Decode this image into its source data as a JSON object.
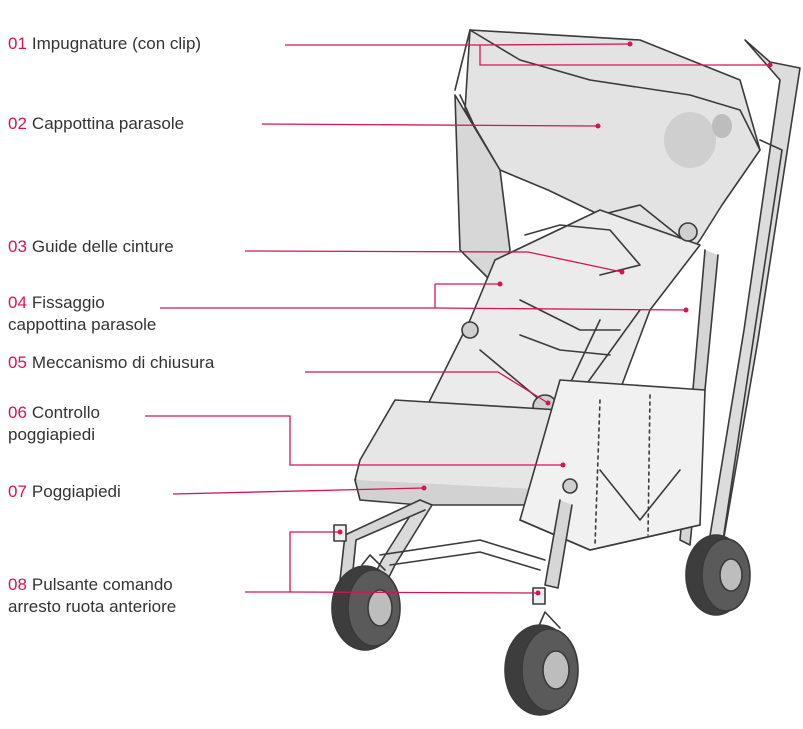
{
  "accent_color": "#d4145a",
  "callouts": [
    {
      "num": "01",
      "line1": "Impugnature (con clip)",
      "line2": ""
    },
    {
      "num": "02",
      "line1": "Cappottina parasole",
      "line2": ""
    },
    {
      "num": "03",
      "line1": "Guide delle cinture",
      "line2": ""
    },
    {
      "num": "04",
      "line1": "Fissaggio",
      "line2": "cappottina parasole"
    },
    {
      "num": "05",
      "line1": "Meccanismo di chiusura",
      "line2": ""
    },
    {
      "num": "06",
      "line1": "Controllo",
      "line2": "poggiapiedi"
    },
    {
      "num": "07",
      "line1": "Poggiapiedi",
      "line2": ""
    },
    {
      "num": "08",
      "line1": "Pulsante comando",
      "line2": "arresto ruota anteriore"
    }
  ]
}
